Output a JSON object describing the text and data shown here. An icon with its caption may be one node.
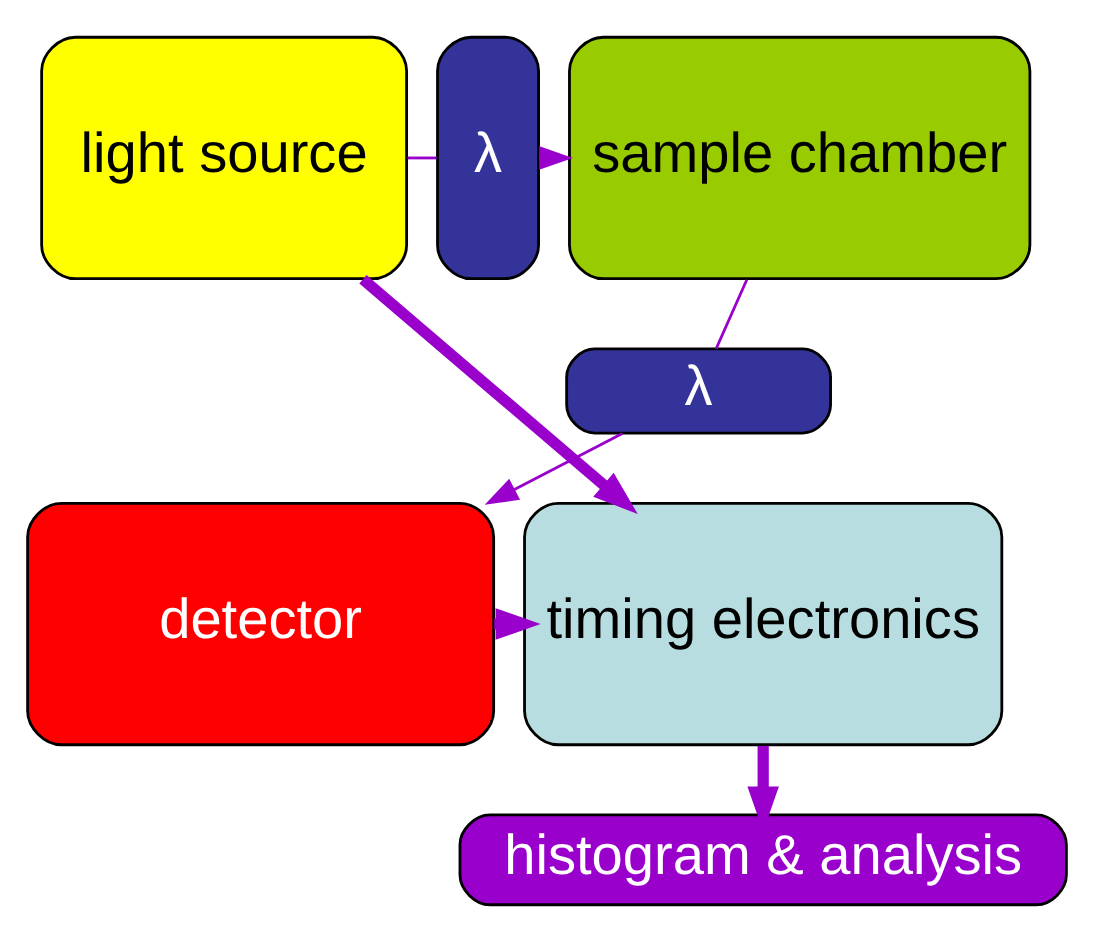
{
  "diagram": {
    "nodes": [
      {
        "text": [
          "light source"
        ]
      },
      {
        "text": [
          "λ"
        ]
      },
      {
        "text": [
          "sample chamber"
        ]
      },
      {
        "text": [
          "λ"
        ]
      },
      {
        "text": [
          "timing electronics"
        ]
      },
      {
        "text": [
          "detector"
        ]
      },
      {
        "text": [
          "histogram & analysis"
        ]
      }
    ],
    "edges": [
      {
        "from": 0,
        "to": 1,
        "arrow": "none"
      },
      {
        "from": 1,
        "to": 2,
        "arrow": "to"
      },
      {
        "from": 2,
        "to": 3,
        "arrow": "none"
      },
      {
        "from": 3,
        "to": 5,
        "arrow": "to"
      },
      {
        "from": 0,
        "to": 4,
        "arrow": "to",
        "style": "thick"
      },
      {
        "from": 5,
        "to": 4,
        "arrow": "to",
        "style": "thick"
      },
      {
        "from": 4,
        "to": 6,
        "arrow": "to",
        "style": "thick"
      }
    ]
  }
}
